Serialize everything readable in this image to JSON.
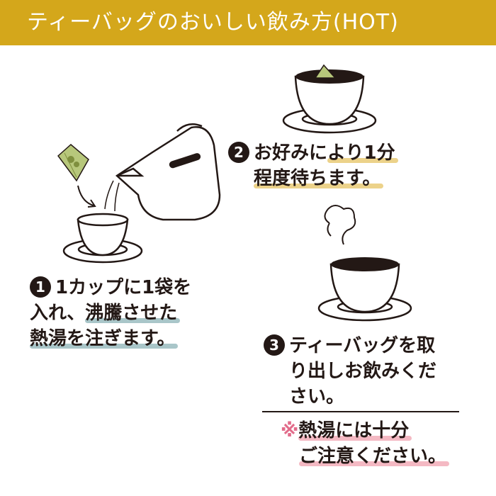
{
  "header": {
    "title": "ティーバッグのおいしい飲み方(HOT)"
  },
  "step1": {
    "number": "1",
    "line1": "1カップに1袋を",
    "line2_plain": "入れ、",
    "line2_hl": "沸騰させた",
    "line3": "熱湯を注ぎます。"
  },
  "step2": {
    "number": "2",
    "line1_plain": "お好みに",
    "line1_hl": "より1分",
    "line2": "程度待ちます。"
  },
  "step3": {
    "number": "3",
    "line1": "ティーバッグを取",
    "line2": "り出しお飲みくだ",
    "line3": "さい。"
  },
  "note": {
    "mark": "※",
    "line1": "熱湯には十分",
    "line2": "ご注意ください。"
  },
  "colors": {
    "header": "#d4a71b",
    "teal": "#a9c6c9",
    "gold": "#ecd28a",
    "pink": "#f4b9c3",
    "tea": "#231815",
    "leaf": "#a8b96a"
  }
}
